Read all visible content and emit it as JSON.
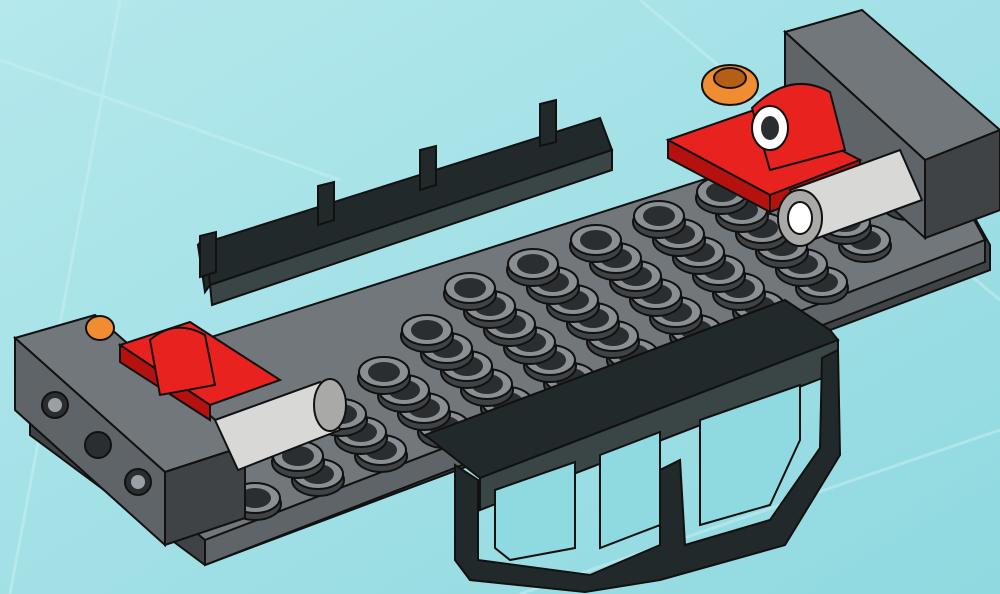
{
  "colors": {
    "background": "#8fd9e0",
    "background_light": "#b4e8ec",
    "plate_dark_gray": "#5f6468",
    "plate_top": "#72777b",
    "plate_shadow": "#3f4346",
    "stud_hole": "#2b2e30",
    "stud_rim": "#8a8f93",
    "black_part": "#22292a",
    "black_part_light": "#3a4546",
    "red_part": "#e8231f",
    "red_part_dark": "#b5120f",
    "light_gray_axle": "#d8d8d6",
    "light_gray_axle_dark": "#a9aaa8",
    "orange_bush": "#f08c32",
    "outline": "#111111"
  },
  "parts": [
    {
      "kind": "base-plate",
      "color": "dark-gray"
    },
    {
      "kind": "technic-brick-with-holes",
      "color": "dark-gray",
      "count": 2
    },
    {
      "kind": "fence-rail",
      "color": "black"
    },
    {
      "kind": "bumper-frame",
      "color": "black"
    },
    {
      "kind": "steering-bracket",
      "color": "red",
      "count": 2
    },
    {
      "kind": "axle-connector",
      "color": "light-gray",
      "count": 2
    },
    {
      "kind": "bush",
      "color": "orange",
      "count": 2
    }
  ]
}
